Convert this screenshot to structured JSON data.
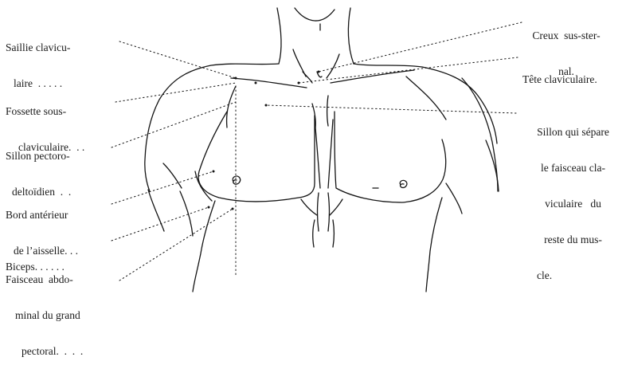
{
  "labels": {
    "saillie": [
      "Saillie clavicu-",
      "laire  . . . . ."
    ],
    "fossette": [
      "Fossette sous-",
      "claviculaire.  . ."
    ],
    "sillon_pd": [
      "Sillon pectoro-",
      "deltoïdien  .  ."
    ],
    "bord": [
      "Bord antérieur",
      "de l’aisselle. . ."
    ],
    "biceps": [
      "Biceps. . . . . ."
    ],
    "faisceau": [
      "Faisceau  abdo-",
      "minal du grand",
      "pectoral.  .  .  ."
    ],
    "creux": [
      "Creux  sus-ster-",
      "nal."
    ],
    "tete": [
      "Tête claviculaire."
    ],
    "sillon_sep": [
      "Sillon qui sépare",
      "le faisceau cla-",
      "viculaire   du",
      "reste du mus-",
      "cle."
    ]
  }
}
